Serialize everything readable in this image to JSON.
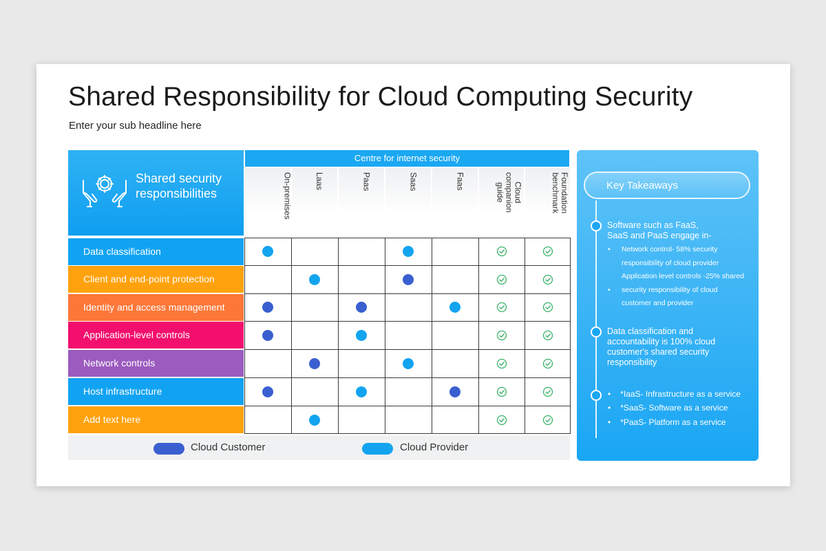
{
  "slide": {
    "title": "Shared Responsibility for Cloud Computing Security",
    "subtitle": "Enter your sub headline here"
  },
  "matrix": {
    "corner_label": "Shared security responsibilities",
    "corner_icon": "hands-gear-icon",
    "group_header": "Centre for internet security",
    "columns": [
      "On-premises",
      "Laas",
      "Paas",
      "Saas",
      "Faas",
      "Cloud\ncompanion\nguide",
      "Foundation\nbenchmark"
    ],
    "rows": [
      {
        "label": "Data classification",
        "color": "#11a3f2",
        "cells": [
          "provider",
          "",
          "",
          "provider",
          "",
          "check",
          "check"
        ]
      },
      {
        "label": "Client and end-point protection",
        "color": "#ffa20d",
        "cells": [
          "",
          "provider",
          "",
          "customer",
          "",
          "check",
          "check"
        ]
      },
      {
        "label": "Identity and access management",
        "color": "#fd7738",
        "cells": [
          "customer",
          "",
          "customer",
          "",
          "provider",
          "check",
          "check"
        ]
      },
      {
        "label": "Application-level controls",
        "color": "#f30f6e",
        "cells": [
          "customer",
          "",
          "provider",
          "",
          "",
          "check",
          "check"
        ]
      },
      {
        "label": "Network controls",
        "color": "#9b5bbf",
        "cells": [
          "",
          "customer",
          "",
          "provider",
          "",
          "check",
          "check"
        ]
      },
      {
        "label": "Host infrastructure",
        "color": "#11a3f2",
        "cells": [
          "customer",
          "",
          "provider",
          "",
          "customer",
          "check",
          "check"
        ]
      },
      {
        "label": "Add text here",
        "color": "#ffa20d",
        "cells": [
          "",
          "provider",
          "",
          "",
          "",
          "check",
          "check"
        ]
      }
    ]
  },
  "legend": {
    "customer_label": "Cloud Customer",
    "provider_label": "Cloud Provider",
    "customer_color": "#3a5fd0",
    "provider_color": "#13a4f0"
  },
  "takeaways": {
    "heading": "Key Takeaways",
    "point1_line1": "Software such as FaaS,",
    "point1_line2": "SaaS and PaaS engage in-",
    "sub1_line1": "Network control- 58% security",
    "sub1_line2": "responsibility of cloud provider",
    "sub1_line3": "Application level controls -25% shared",
    "sub2_line1": "security responsibility of cloud",
    "sub2_line2": "customer and provider",
    "point2": "Data classification and accountability is 100% cloud customer's shared security responsibility",
    "bullets": [
      "*IaaS- Infrastructure as a service",
      "*SaaS- Software as a service",
      "*PaaS- Platform as a service"
    ]
  }
}
